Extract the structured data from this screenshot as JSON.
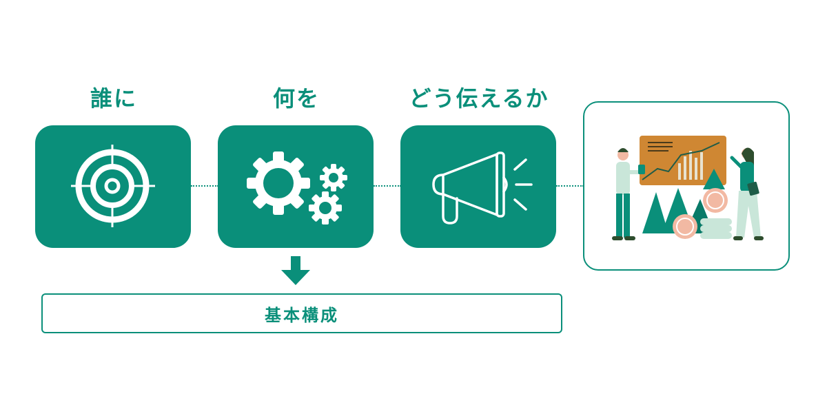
{
  "steps": [
    {
      "label": "誰に",
      "icon": "target-icon"
    },
    {
      "label": "何を",
      "icon": "gears-icon"
    },
    {
      "label": "どう伝えるか",
      "icon": "megaphone-icon"
    }
  ],
  "result": {
    "label": "基本構成",
    "arrow_icon": "arrow-down-icon"
  },
  "illustration": {
    "icon": "business-presentation-illustration"
  },
  "colors": {
    "primary": "#0a8f7a",
    "accent": "#cf8733",
    "coin": "#f2b9a3",
    "pale": "#c9e6d9"
  }
}
